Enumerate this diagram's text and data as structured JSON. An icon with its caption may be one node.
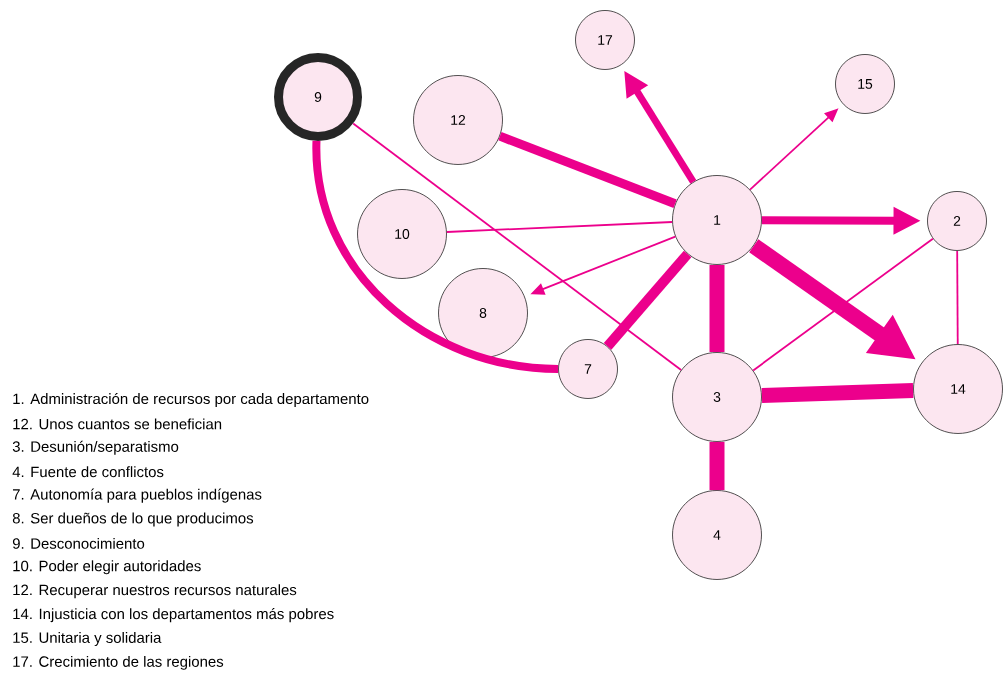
{
  "diagram": {
    "nodes": [
      {
        "text": [
          "17"
        ]
      },
      {
        "text": [
          "9"
        ]
      },
      {
        "text": [
          "15"
        ]
      },
      {
        "text": [
          "12"
        ]
      },
      {
        "text": [
          "1"
        ]
      },
      {
        "text": [
          "2"
        ]
      },
      {
        "text": [
          "10"
        ]
      },
      {
        "text": [
          "8"
        ]
      },
      {
        "text": [
          "7"
        ]
      },
      {
        "text": [
          "3"
        ]
      },
      {
        "text": [
          "14"
        ]
      },
      {
        "text": [
          "4"
        ]
      }
    ],
    "edges": [
      {
        "from": 4,
        "to": 0,
        "arrow": "to"
      },
      {
        "from": 4,
        "to": 2,
        "arrow": "to"
      },
      {
        "from": 3,
        "to": 4,
        "arrow": "none"
      },
      {
        "from": 6,
        "to": 4,
        "arrow": "none"
      },
      {
        "from": 4,
        "to": 7,
        "arrow": "to"
      },
      {
        "from": 4,
        "to": 5,
        "arrow": "to"
      },
      {
        "from": 4,
        "to": 10,
        "arrow": "to",
        "style": "thick"
      },
      {
        "from": 4,
        "to": 8,
        "arrow": "none"
      },
      {
        "from": 4,
        "to": 9,
        "arrow": "none",
        "style": "thick"
      },
      {
        "from": 1,
        "to": 9,
        "arrow": "none"
      },
      {
        "from": 1,
        "to": 8,
        "arrow": "none"
      },
      {
        "from": 5,
        "to": 9,
        "arrow": "none"
      },
      {
        "from": 5,
        "to": 10,
        "arrow": "none"
      },
      {
        "from": 9,
        "to": 10,
        "arrow": "none",
        "style": "thick"
      },
      {
        "from": 9,
        "to": 11,
        "arrow": "none",
        "style": "thick"
      }
    ],
    "labels": [
      "1. Administración de recursos por cada departamento",
      "12. Unos cuantos se benefician",
      "3. Desunión/separatismo",
      "4. Fuente de conflictos",
      "7. Autonomía para pueblos indígenas",
      "8. Ser dueños de lo que producimos",
      "9. Desconocimiento",
      "10. Poder elegir autoridades",
      "12. Recuperar nuestros recursos naturales",
      "14. Injusticia con los departamentos más pobres",
      "15. Unitaria y solidaria",
      "17. Crecimiento de las regiones"
    ]
  }
}
